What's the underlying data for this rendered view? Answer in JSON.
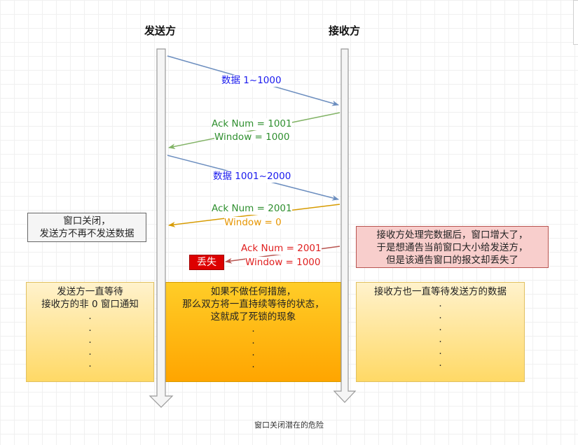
{
  "headers": {
    "sender": "发送方",
    "receiver": "接收方"
  },
  "messages": [
    {
      "lines": [
        "数据 1~1000"
      ],
      "direction": "to-receiver",
      "color": "#6c8ebf"
    },
    {
      "lines": [
        "Ack Num = 1001",
        "Window = 1000"
      ],
      "direction": "to-sender",
      "color": "#82b366"
    },
    {
      "lines": [
        "数据 1001~2000"
      ],
      "direction": "to-receiver",
      "color": "#6c8ebf"
    },
    {
      "lines": [
        "Ack Num = 2001",
        "Window = 0"
      ],
      "direction": "to-sender",
      "color": "#d79b00"
    },
    {
      "lines": [
        "Ack Num = 2001",
        "Window = 1000"
      ],
      "direction": "to-sender",
      "color": "#b85450",
      "lost": true
    }
  ],
  "lost_label": "丢失",
  "notes": {
    "window_closed": [
      "窗口关闭，",
      "发送方不再不发送数据"
    ],
    "receiver_update": [
      "接收方处理完数据后，窗口增大了，",
      "于是想通告当前窗口大小给发送方，",
      "但是该通告窗口的报文却丢失了"
    ]
  },
  "waiting": {
    "sender": [
      "发送方一直等待",
      "接收方的非 0 窗口通知"
    ],
    "middle": [
      "如果不做任何措施，",
      "那么双方将一直持续等待的状态，",
      "这就成了死锁的现象"
    ],
    "receiver": [
      "接收方也一直等待发送方的数据"
    ],
    "dot": "."
  },
  "caption": "窗口关闭潜在的危险",
  "colors": {
    "data_arrow": "#6c8ebf",
    "ack_arrow": "#82b366",
    "zero_window_arrow": "#d79b00",
    "lost_arrow": "#b85450",
    "timeline": "#999999"
  }
}
